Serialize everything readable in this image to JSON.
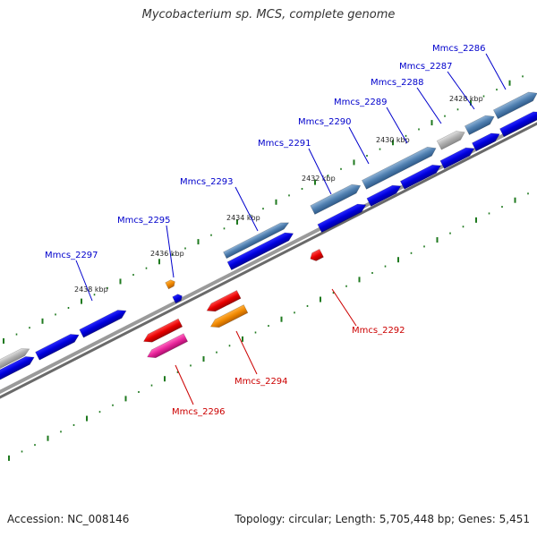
{
  "title": "Mycobacterium sp. MCS, complete genome",
  "footer": {
    "accession": "Accession: NC_008146",
    "summary": "Topology: circular; Length: 5,705,448 bp; Genes: 5,451"
  },
  "colors": {
    "background": "#ffffff",
    "backbone": "#808080",
    "tick": "#1f7a1f",
    "forward_cds": "#0000dd",
    "forward_highlight": "#4f7fb0",
    "gray_feature": "#b0b0b0",
    "reverse_red": "#e80000",
    "reverse_orange": "#f08800",
    "reverse_pink": "#e8249a",
    "forward_label": "#0000cc",
    "reverse_label": "#cc0000"
  },
  "scale_labels": [
    "2428 kbp",
    "2430 kbp",
    "2432 kbp",
    "2434 kbp",
    "2436 kbp",
    "2438 kbp"
  ],
  "forward_genes": [
    "Mmcs_2286",
    "Mmcs_2287",
    "Mmcs_2288",
    "Mmcs_2289",
    "Mmcs_2290",
    "Mmcs_2291",
    "Mmcs_2293",
    "Mmcs_2295",
    "Mmcs_2297"
  ],
  "reverse_genes": [
    "Mmcs_2292",
    "Mmcs_2294",
    "Mmcs_2296"
  ]
}
